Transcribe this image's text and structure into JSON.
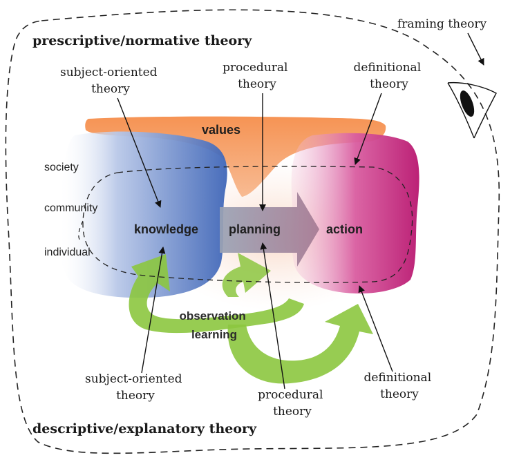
{
  "headings": {
    "prescriptive": "prescriptive/normative theory",
    "descriptive": "descriptive/explanatory theory",
    "framing": "framing theory"
  },
  "top_labels": {
    "subject_oriented": [
      "subject-oriented",
      "theory"
    ],
    "procedural": [
      "procedural",
      "theory"
    ],
    "definitional": [
      "definitional",
      "theory"
    ]
  },
  "bottom_labels": {
    "subject_oriented": [
      "subject-oriented",
      "theory"
    ],
    "procedural": [
      "procedural",
      "theory"
    ],
    "definitional": [
      "definitional",
      "theory"
    ]
  },
  "scopes": [
    "society",
    "community",
    "individual"
  ],
  "core": {
    "values": "values",
    "knowledge": "knowledge",
    "planning": "planning",
    "action": "action"
  },
  "feedback": [
    "observation",
    "learning"
  ],
  "colors": {
    "values": "#f08a4b",
    "knowledge": "#4a6fbf",
    "planning": "#9a9a9a",
    "action": "#c8287f",
    "feedback": "#8cc63f"
  }
}
